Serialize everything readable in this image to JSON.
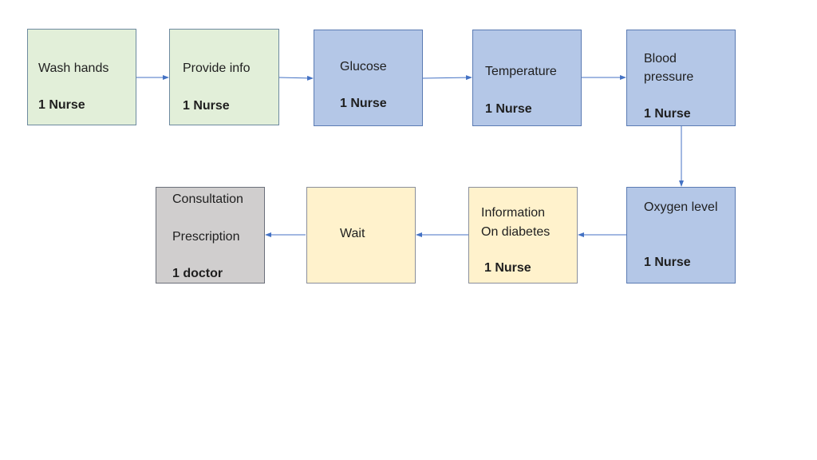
{
  "steps": {
    "wash_hands": {
      "label": "Wash hands",
      "staff": "1 Nurse"
    },
    "provide_info": {
      "label": "Provide info",
      "staff": "1 Nurse"
    },
    "glucose": {
      "label": "Glucose",
      "staff": "1 Nurse"
    },
    "temperature": {
      "label": "Temperature",
      "staff": "1 Nurse"
    },
    "blood_pressure": {
      "label_line1": "Blood",
      "label_line2": "pressure",
      "staff": "1 Nurse"
    },
    "oxygen_level": {
      "label": "Oxygen level",
      "staff": "1 Nurse"
    },
    "information_diabetes": {
      "label_line1": "Information",
      "label_line2": "On diabetes",
      "staff": "1 Nurse"
    },
    "wait": {
      "label": "Wait"
    },
    "consultation": {
      "label_line1": "Consultation",
      "label_line2": "Prescription",
      "staff": "1 doctor"
    }
  },
  "colors": {
    "green": "#e2efd9",
    "blue": "#b4c7e7",
    "yellow": "#fff2cc",
    "gray": "#d0cece",
    "arrow": "#4472c4"
  }
}
